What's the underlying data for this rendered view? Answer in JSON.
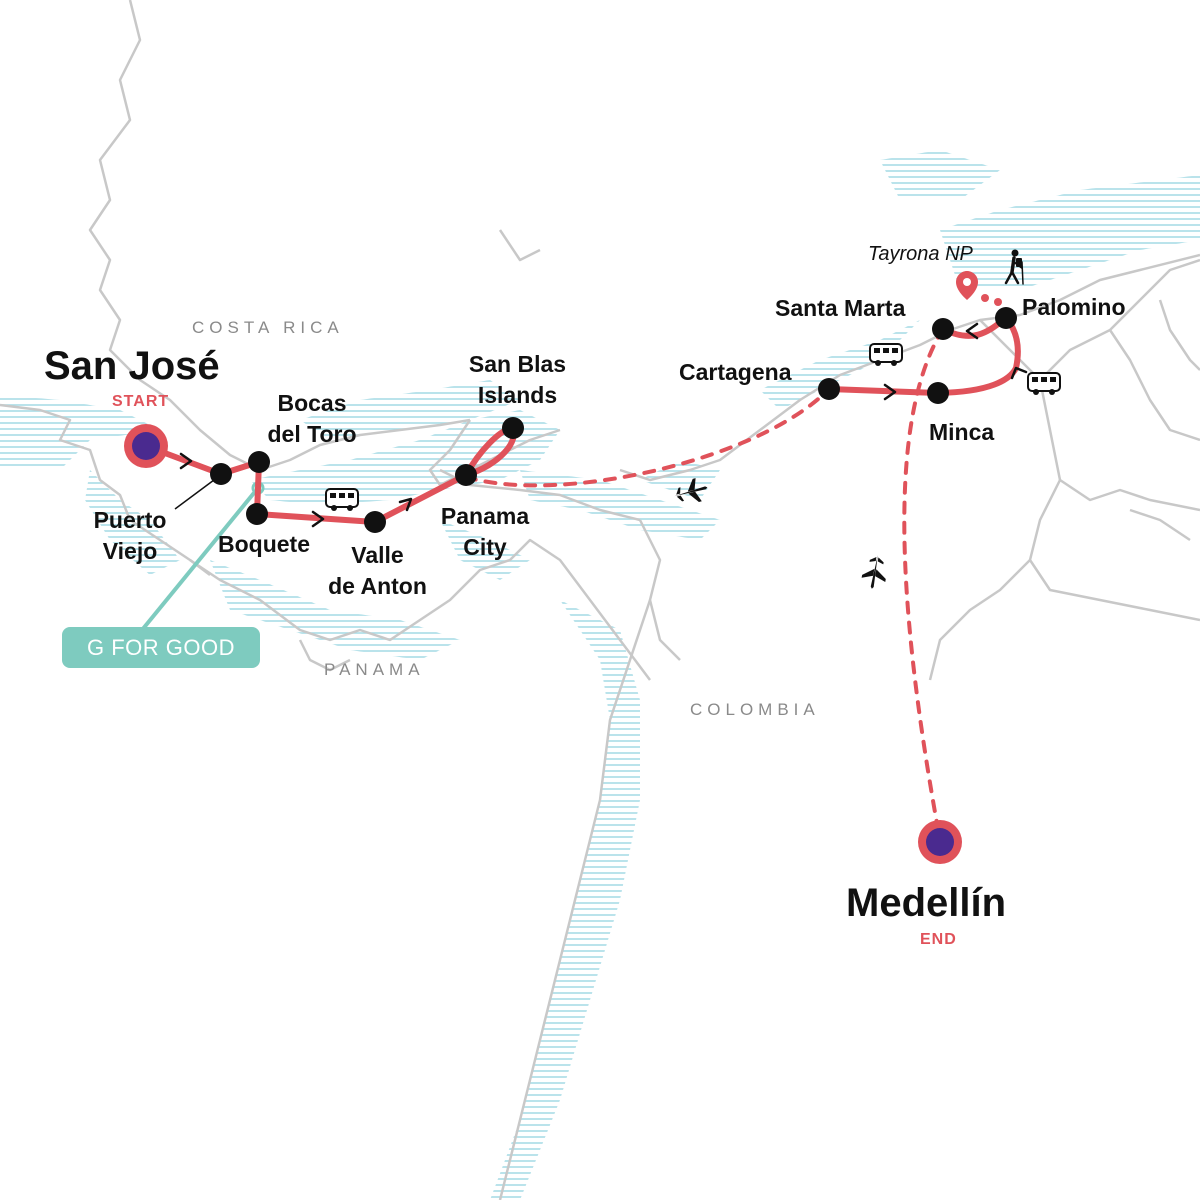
{
  "colors": {
    "route": "#e0525a",
    "stop": "#111111",
    "start_end_fill": "#4a2a8f",
    "water_hatch": "#a8dce6",
    "coast": "#c8c8c8",
    "g_for_good": "#7ecbbf"
  },
  "countries": {
    "costa_rica": "COSTA RICA",
    "panama": "PANAMA",
    "colombia": "COLOMBIA"
  },
  "start": {
    "name": "San José",
    "tag": "START"
  },
  "end": {
    "name": "Medellín",
    "tag": "END"
  },
  "stops": {
    "puerto_viejo": [
      "Puerto",
      "Viejo"
    ],
    "bocas_del_toro": [
      "Bocas",
      "del Toro"
    ],
    "boquete": "Boquete",
    "valle_de_anton": [
      "Valle",
      "de Anton"
    ],
    "panama_city": [
      "Panama",
      "City"
    ],
    "san_blas": [
      "San Blas",
      "Islands"
    ],
    "cartagena": "Cartagena",
    "santa_marta": "Santa Marta",
    "palomino": "Palomino",
    "minca": "Minca"
  },
  "poi": {
    "tayrona": "Tayrona NP"
  },
  "badge": {
    "g_for_good": "G FOR GOOD"
  },
  "icons": [
    "bus-icon",
    "plane-icon",
    "hiker-icon",
    "location-pin-icon",
    "chevron-right-icon",
    "chevron-left-icon"
  ]
}
